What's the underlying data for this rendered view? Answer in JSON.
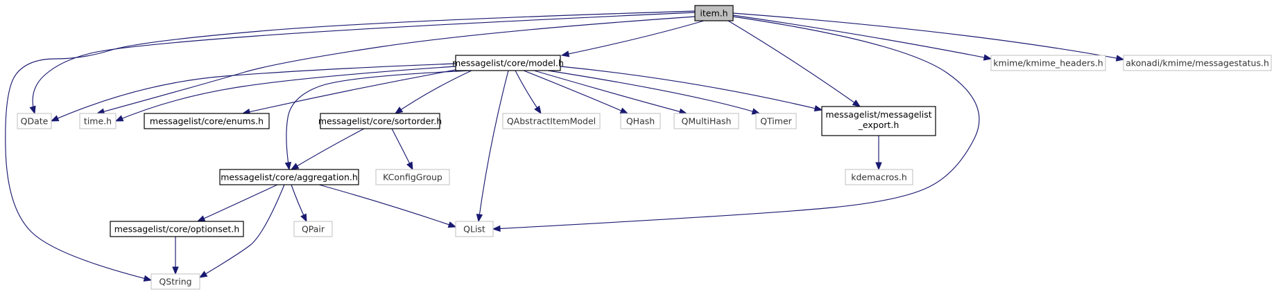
{
  "graph": {
    "nodes": [
      {
        "id": "item",
        "label": "item.h",
        "kind": "root"
      },
      {
        "id": "model",
        "label": "messagelist/core/model.h",
        "kind": "internal"
      },
      {
        "id": "kmime",
        "label": "kmime/kmime_headers.h",
        "kind": "external"
      },
      {
        "id": "akonadi",
        "label": "akonadi/kmime/messagestatus.h",
        "kind": "external"
      },
      {
        "id": "qdate",
        "label": "QDate",
        "kind": "external"
      },
      {
        "id": "timeh",
        "label": "time.h",
        "kind": "external"
      },
      {
        "id": "enums",
        "label": "messagelist/core/enums.h",
        "kind": "internal"
      },
      {
        "id": "sortorder",
        "label": "messagelist/core/sortorder.h",
        "kind": "internal"
      },
      {
        "id": "qaim",
        "label": "QAbstractItemModel",
        "kind": "external"
      },
      {
        "id": "qhash",
        "label": "QHash",
        "kind": "external"
      },
      {
        "id": "qmultihash",
        "label": "QMultiHash",
        "kind": "external"
      },
      {
        "id": "qtimer",
        "label": "QTimer",
        "kind": "external"
      },
      {
        "id": "export",
        "label": "messagelist/messagelist",
        "label2": "_export.h",
        "kind": "internal"
      },
      {
        "id": "aggregation",
        "label": "messagelist/core/aggregation.h",
        "kind": "internal"
      },
      {
        "id": "kconfig",
        "label": "KConfigGroup",
        "kind": "external"
      },
      {
        "id": "kdemacros",
        "label": "kdemacros.h",
        "kind": "external"
      },
      {
        "id": "optionset",
        "label": "messagelist/core/optionset.h",
        "kind": "internal"
      },
      {
        "id": "qpair",
        "label": "QPair",
        "kind": "external"
      },
      {
        "id": "qlist",
        "label": "QList",
        "kind": "external"
      },
      {
        "id": "qstring",
        "label": "QString",
        "kind": "external"
      }
    ],
    "edges": [
      {
        "from": "item",
        "to": "model"
      },
      {
        "from": "item",
        "to": "qdate"
      },
      {
        "from": "item",
        "to": "timeh"
      },
      {
        "from": "item",
        "to": "qstring"
      },
      {
        "from": "item",
        "to": "export"
      },
      {
        "from": "item",
        "to": "qlist"
      },
      {
        "from": "item",
        "to": "kmime"
      },
      {
        "from": "item",
        "to": "akonadi"
      },
      {
        "from": "model",
        "to": "qdate"
      },
      {
        "from": "model",
        "to": "timeh"
      },
      {
        "from": "model",
        "to": "enums"
      },
      {
        "from": "model",
        "to": "sortorder"
      },
      {
        "from": "model",
        "to": "aggregation"
      },
      {
        "from": "model",
        "to": "qlist"
      },
      {
        "from": "model",
        "to": "qaim"
      },
      {
        "from": "model",
        "to": "qhash"
      },
      {
        "from": "model",
        "to": "qmultihash"
      },
      {
        "from": "model",
        "to": "qtimer"
      },
      {
        "from": "model",
        "to": "export"
      },
      {
        "from": "sortorder",
        "to": "aggregation"
      },
      {
        "from": "sortorder",
        "to": "kconfig"
      },
      {
        "from": "export",
        "to": "kdemacros"
      },
      {
        "from": "aggregation",
        "to": "optionset"
      },
      {
        "from": "aggregation",
        "to": "qpair"
      },
      {
        "from": "aggregation",
        "to": "qlist"
      },
      {
        "from": "aggregation",
        "to": "qstring"
      },
      {
        "from": "optionset",
        "to": "qstring"
      }
    ]
  }
}
